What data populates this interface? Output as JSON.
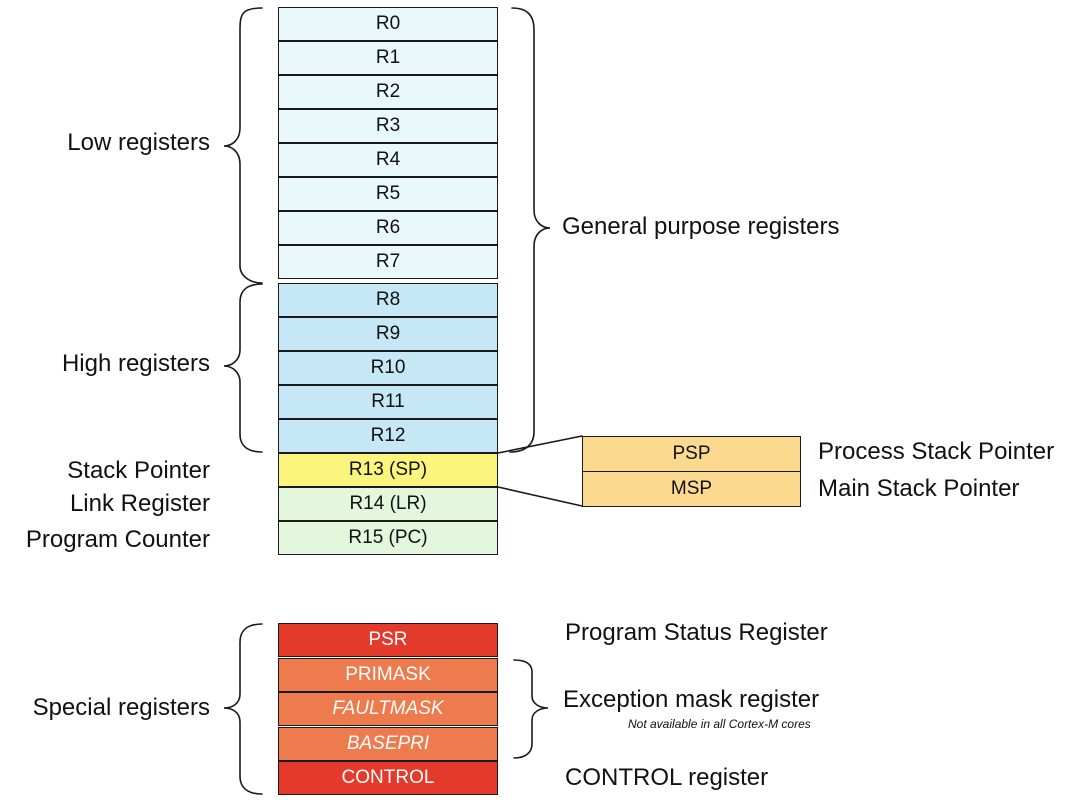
{
  "general_registers": [
    "R0",
    "R1",
    "R2",
    "R3",
    "R4",
    "R5",
    "R6",
    "R7",
    "R8",
    "R9",
    "R10",
    "R11",
    "R12"
  ],
  "pointer_registers": [
    {
      "name": "R13 (SP)",
      "label": "Stack Pointer"
    },
    {
      "name": "R14 (LR)",
      "label": "Link Register"
    },
    {
      "name": "R15 (PC)",
      "label": "Program Counter"
    }
  ],
  "group_labels": {
    "low": "Low registers",
    "high": "High registers",
    "general": "General purpose registers",
    "special": "Special registers"
  },
  "stack_pointers": [
    {
      "name": "PSP",
      "label": "Process Stack Pointer"
    },
    {
      "name": "MSP",
      "label": "Main Stack Pointer"
    }
  ],
  "special_registers": [
    {
      "name": "PSR",
      "italic": false
    },
    {
      "name": "PRIMASK",
      "italic": false
    },
    {
      "name": "FAULTMASK",
      "italic": true
    },
    {
      "name": "BASEPRI",
      "italic": true
    },
    {
      "name": "CONTROL",
      "italic": false
    }
  ],
  "special_labels": {
    "psr": "Program Status Register",
    "mask": "Exception mask register",
    "mask_note": "Not available in all Cortex-M cores",
    "control": "CONTROL register"
  },
  "colors": {
    "low": "#e8f8fb",
    "high": "#c6e8f6",
    "sp": "#fbf57e",
    "lr_pc": "#e3f7dc",
    "psr_control": "#e33a2c",
    "mask": "#ee7b4d",
    "stack": "#fbd98f"
  }
}
